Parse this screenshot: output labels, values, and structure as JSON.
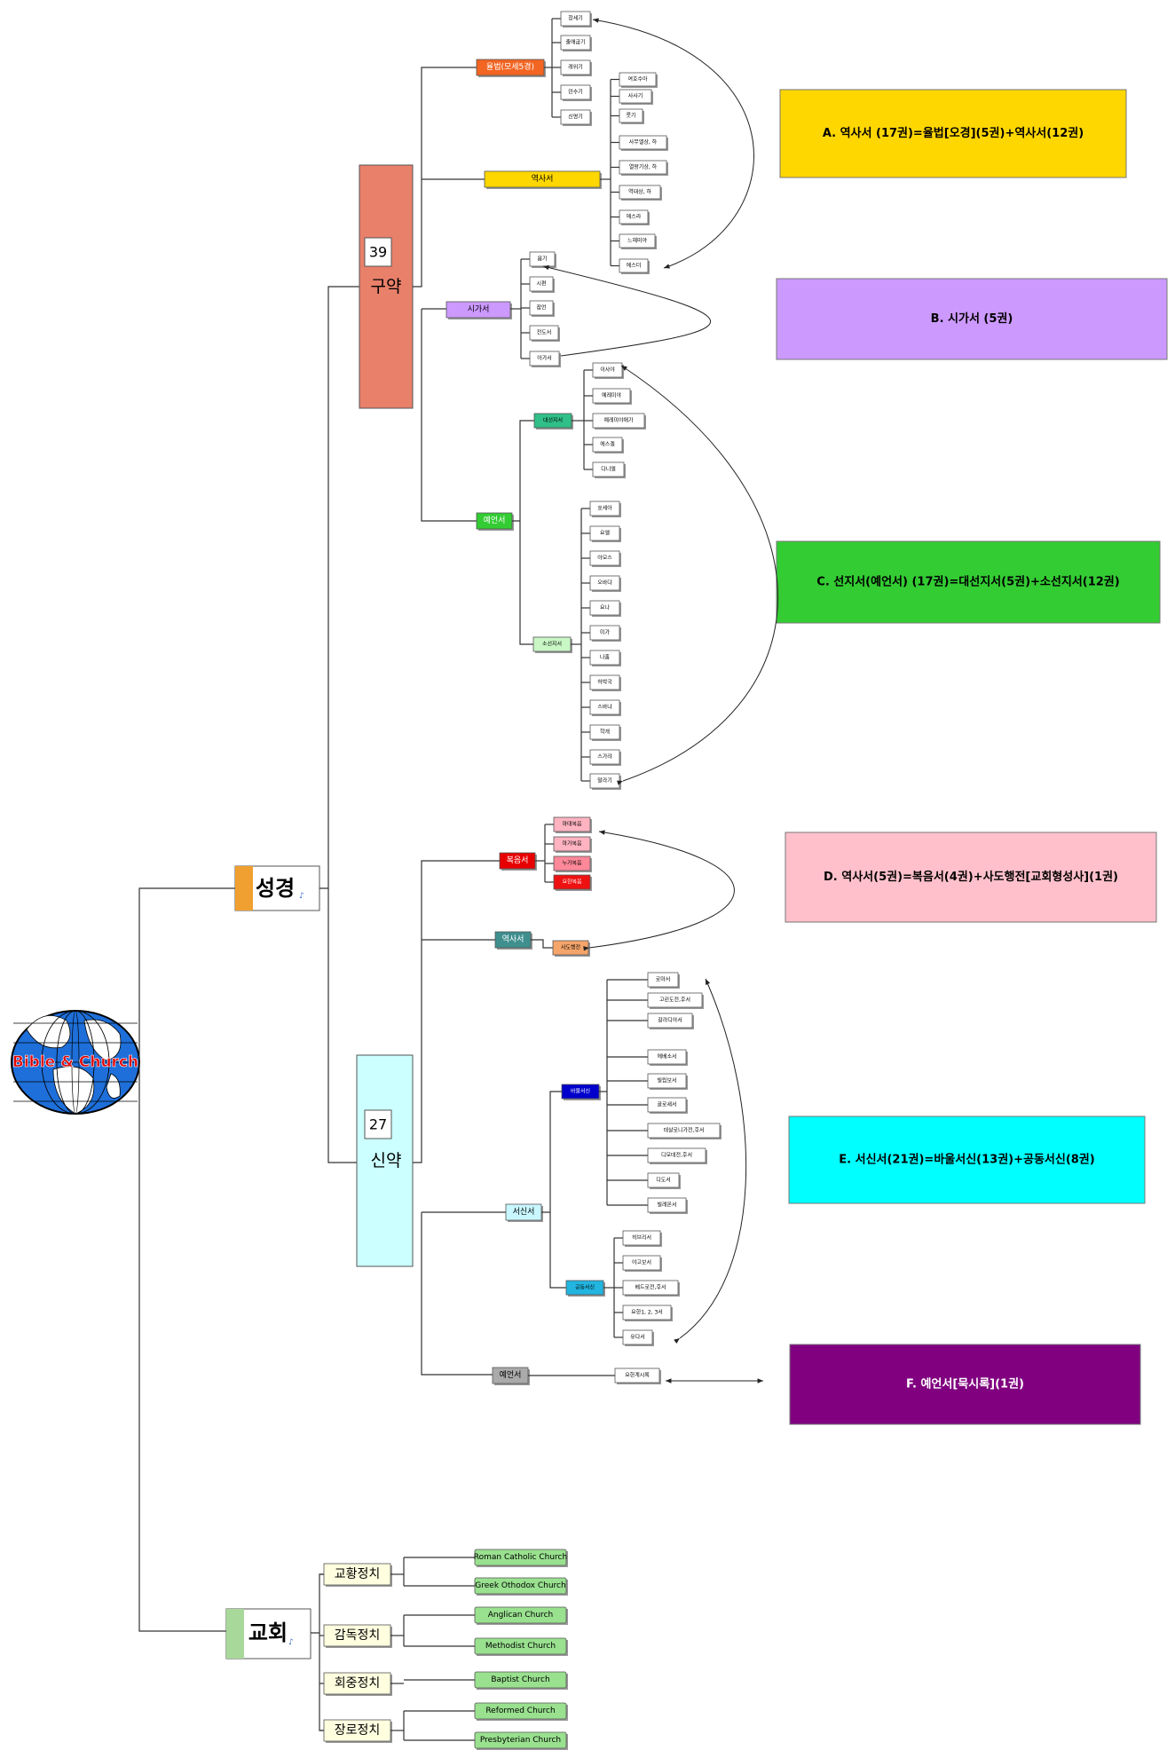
{
  "root": {
    "label": "Bible & Church"
  },
  "bible": {
    "label": "성경",
    "ot": {
      "label": "구약",
      "count": "39",
      "law": {
        "label": "율법(모세5경)",
        "books": [
          "창세기",
          "출애굽기",
          "레위기",
          "민수기",
          "신명기"
        ]
      },
      "history": {
        "label": "역사서",
        "books": [
          "여호수아",
          "사사기",
          "룻기",
          "사무엘상, 하",
          "열왕기상, 하",
          "역대상, 하",
          "에스라",
          "느헤미야",
          "에스더"
        ]
      },
      "poetry": {
        "label": "시가서",
        "books": [
          "욥기",
          "시편",
          "잠언",
          "전도서",
          "아가서"
        ]
      },
      "prophecy": {
        "label": "예언서",
        "major": {
          "label": "대선지서",
          "books": [
            "이사야",
            "예레미야",
            "예레미야애가",
            "에스겔",
            "다니엘"
          ]
        },
        "minor": {
          "label": "소선지서",
          "books": [
            "호세아",
            "요엘",
            "아모스",
            "오바댜",
            "요나",
            "미가",
            "나훔",
            "하박국",
            "스바냐",
            "학개",
            "스가랴",
            "말라기"
          ]
        }
      }
    },
    "nt": {
      "label": "신약",
      "count": "27",
      "gospels": {
        "label": "복음서",
        "books": [
          "마태복음",
          "마가복음",
          "누가복음",
          "요한복음"
        ]
      },
      "history": {
        "label": "역사서",
        "books": [
          "사도행전"
        ]
      },
      "epistles": {
        "label": "서신서",
        "pauline": {
          "label": "바울서신",
          "books": [
            "로마서",
            "고린도전,후서",
            "갈라디아서",
            "에베소서",
            "빌립보서",
            "골로새서",
            "데살로니가전,후서",
            "디모데전,후서",
            "디도서",
            "빌레몬서"
          ]
        },
        "general": {
          "label": "공동서신",
          "books": [
            "히브리서",
            "야고보서",
            "베드로전,후서",
            "요한1, 2, 3서",
            "유다서"
          ]
        }
      },
      "prophecy": {
        "label": "예언서",
        "books": [
          "요한계시록"
        ]
      }
    }
  },
  "church": {
    "label": "교회",
    "groups": [
      {
        "label": "교황정치",
        "items": [
          "Roman Catholic Church",
          "Greek Othodox Church"
        ]
      },
      {
        "label": "감독정치",
        "items": [
          "Anglican Church",
          "Methodist Church"
        ]
      },
      {
        "label": "회중정치",
        "items": [
          "Baptist Church"
        ]
      },
      {
        "label": "장로정치",
        "items": [
          "Reformed Church",
          "Presbyterian Church"
        ]
      }
    ]
  },
  "summaries": {
    "A": "A. 역사서 (17권)=율법[오경](5권)+역사서(12권)",
    "B": "B. 시가서 (5권)",
    "C": "C. 선지서(예언서) (17권)=대선지서(5권)+소선지서(12권)",
    "D": "D. 역사서(5권)=복음서(4권)+사도행전[교회형성사](1권)",
    "E": "E. 서신서(21권)=바울서신(13권)+공동서신(8권)",
    "F": "F. 예언서[묵시록](1권)"
  },
  "colors": {
    "law": "#f26522",
    "ot_history": "#ffd700",
    "poetry": "#cc99ff",
    "prophecy": "#33cc33",
    "major": "#2fbf87",
    "minor": "#c8f7c5",
    "ot_box": "#e8806a",
    "nt_box": "#ccffff",
    "gospels": "#e80000",
    "nt_history": "#3f8f8f",
    "acts": "#f5a56a",
    "epistles": "#c8f7ff",
    "pauline": "#0000cc",
    "general": "#22b5e0",
    "nt_prophecy": "#aaaaaa",
    "gospel_books": [
      "#ffb3c1",
      "#ffb3c1",
      "#ff8899",
      "#ee1111"
    ],
    "summary_A": "#ffd700",
    "summary_B": "#cc99ff",
    "summary_C": "#33cc33",
    "summary_D": "#ffc0cb",
    "summary_E": "#00ffff",
    "summary_F": "#800080",
    "church_group": "#ffffe0",
    "church_item": "#99e08f"
  }
}
